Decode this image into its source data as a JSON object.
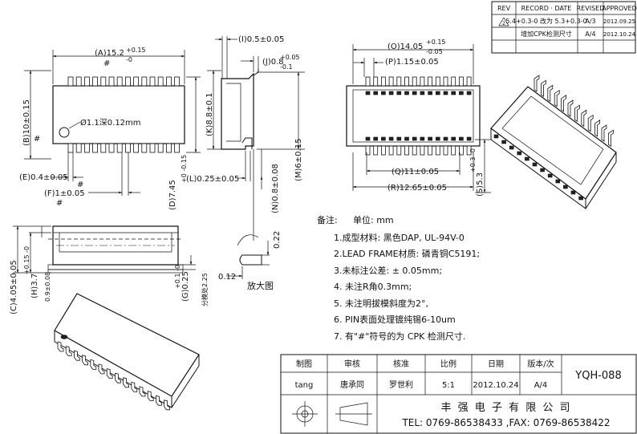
{
  "revision_table": {
    "headers": [
      "REV",
      "RECORD · DATE",
      "REVISED",
      "APPROVED"
    ],
    "rows": [
      {
        "rev": "2",
        "record": "5.4+0.3-0 改为 5.3+0.3-0",
        "revised": "A/3",
        "approved": "2012.09.25"
      },
      {
        "rev": "",
        "record": "增加CPK检测尺寸",
        "revised": "A/4",
        "approved": "2012.10.24"
      }
    ]
  },
  "top_view": {
    "dim_a": "(A)15.2",
    "dim_a_tol_plus": "+0.15",
    "dim_a_tol_minus": "-0",
    "dim_b": "(B)10±0.15",
    "dim_e": "(E)0.4±0.05",
    "dim_f": "(F)1±0.05",
    "dim_d": "(D)7.45",
    "dim_d_tol": "+0 -0.15",
    "hole_note": "Ø1.1深0.12mm",
    "cpk_mark": "#"
  },
  "side_view": {
    "dim_i": "(I)0.5±0.05",
    "dim_j": "(J)0.8",
    "dim_j_tol_plus": "+0.05",
    "dim_j_tol_minus": "-0.1",
    "dim_k": "(K)8.8±0.1",
    "dim_l": "(L)0.25±0.05",
    "dim_n": "(N)0.8±0.08",
    "dim_m": "(M)6±0.15",
    "dim_022": "0.22",
    "dim_012": "0.12",
    "enlarged_label": "放大图"
  },
  "bottom_view": {
    "dim_o": "(O)14.05",
    "dim_o_tol_plus": "+0.15",
    "dim_o_tol_minus": "-0.05",
    "dim_p": "(P)1.15±0.05",
    "dim_q": "(Q)11±0.05",
    "dim_r": "(R)12.65±0.05",
    "dim_s": "(S)5.3",
    "dim_s_tol": "+0.3 -0"
  },
  "front_view": {
    "dim_c": "(C)4.05±0.05",
    "dim_h": "(H)3.7",
    "dim_h_tol": "+0.15 -0",
    "dim_09": "0.9±0.08",
    "dim_g": "(G)0.25",
    "dim_g_tol": "+0.1 -0",
    "parting_note": "分模处2.25"
  },
  "notes": {
    "header": "备注:",
    "unit": "单位: mm",
    "items": [
      "1.成型材料:  黑色DAP, UL-94V-0",
      "2.LEAD  FRAME材质: 磷青铜C5191;",
      "3.未标注公差:  ± 0.05mm;",
      "4. 未注R角0.3mm;",
      "5. 未注明拔模斜度为2°,",
      "6. PIN表面处理镀纯锡6-10um",
      "7. 有\"#\"符号的为 CPK 检测尺寸."
    ]
  },
  "title_block": {
    "headers": [
      "制图",
      "审核",
      "核准",
      "比例",
      "日期",
      "版本/次"
    ],
    "values": [
      "tang",
      "唐承同",
      "罗世利",
      "5:1",
      "2012.10.24",
      "A/4"
    ],
    "part_no": "YQH-088",
    "company": "丰 强 电 子 有 限 公 司",
    "contact": "TEL: 0769-86538433 ,FAX: 0769-86538422"
  }
}
